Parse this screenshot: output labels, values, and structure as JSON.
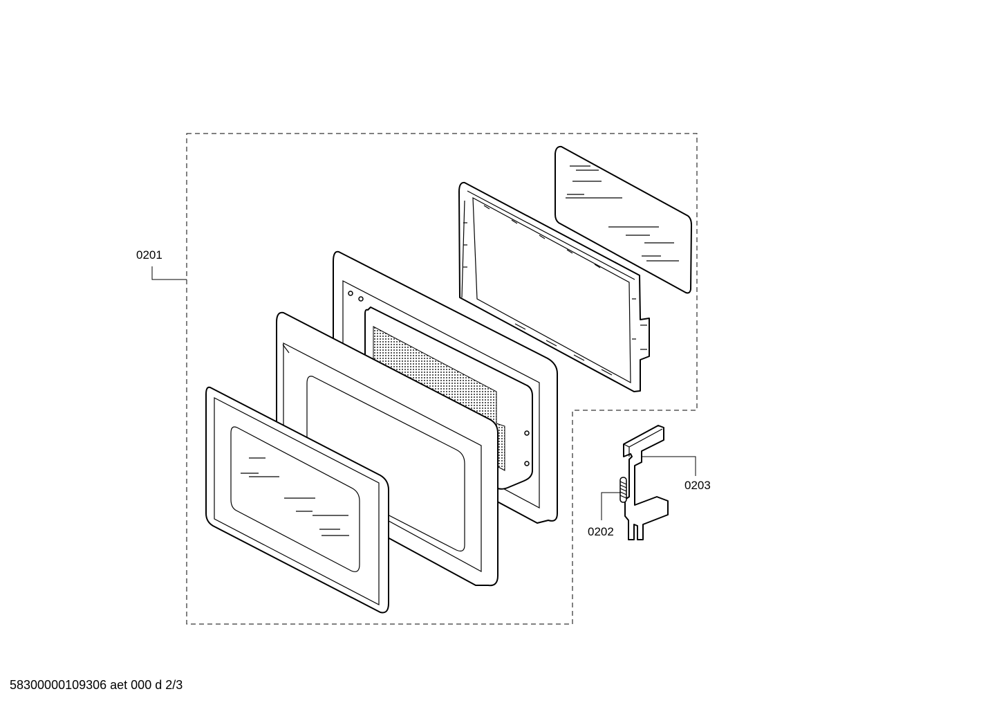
{
  "callouts": {
    "door_assembly": "0201",
    "spring": "0202",
    "latch": "0203"
  },
  "footer_code": "58300000109306 aet 000 d 2/3"
}
